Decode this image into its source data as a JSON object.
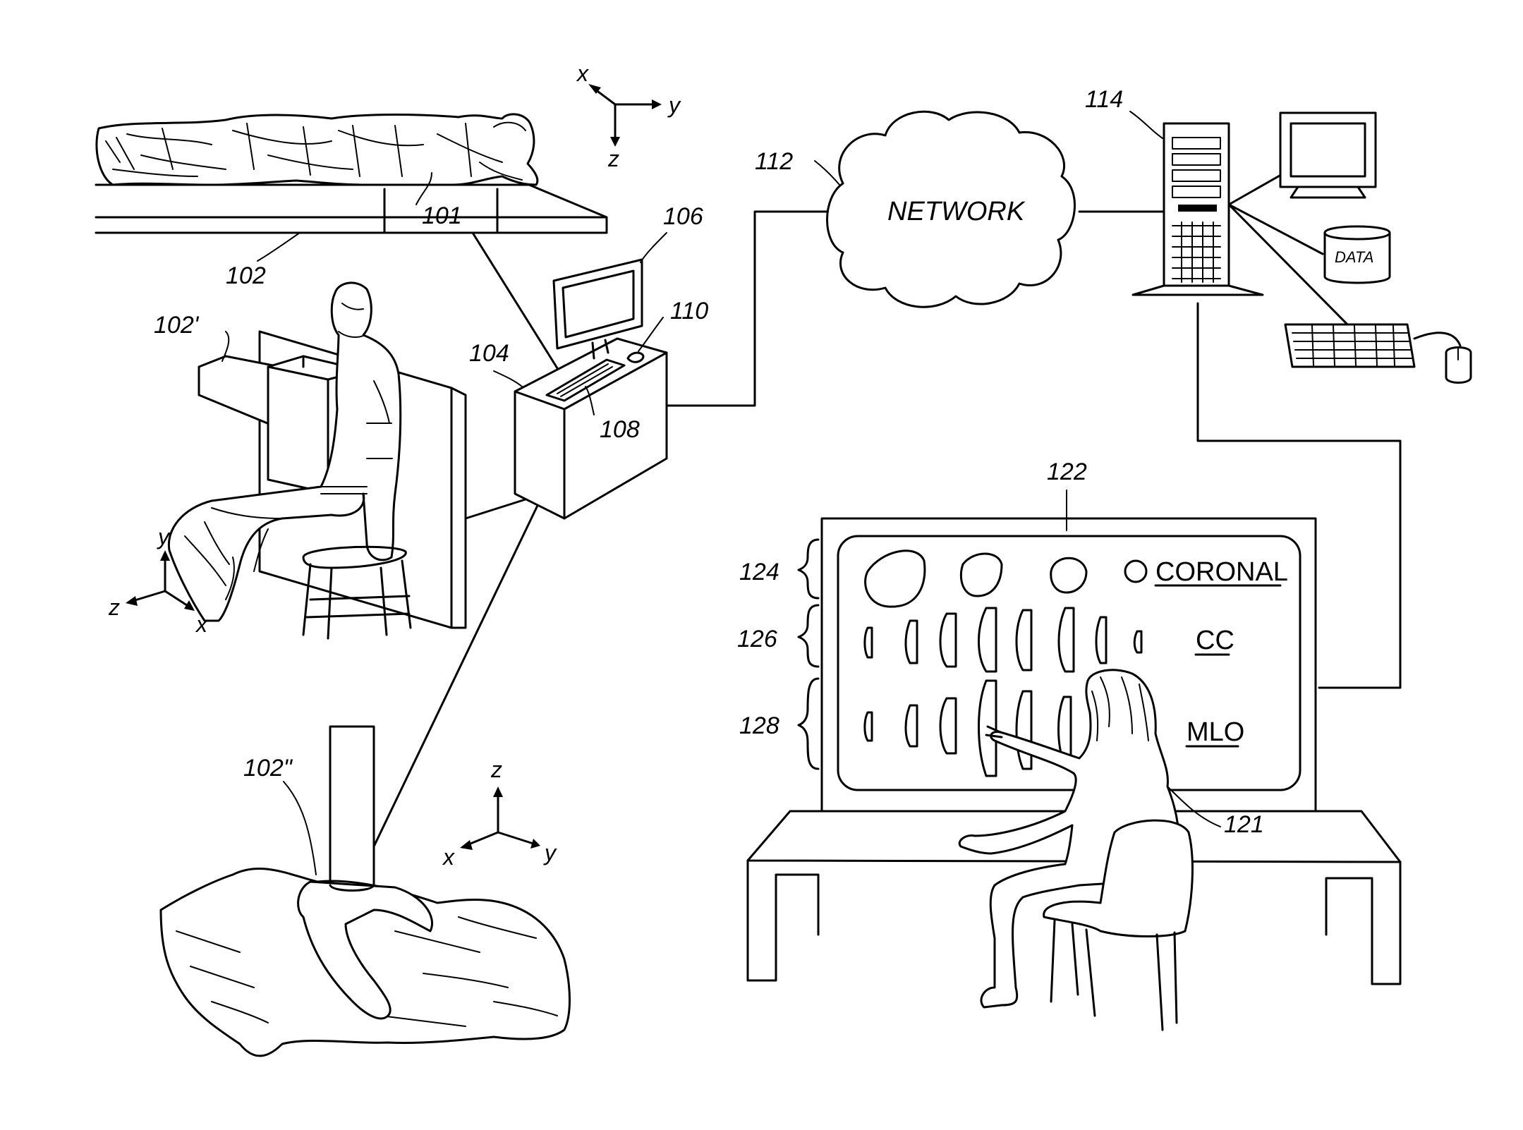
{
  "refs": {
    "r101": "101",
    "r102": "102",
    "r102p": "102'",
    "r102pp": "102\"",
    "r104": "104",
    "r106": "106",
    "r108": "108",
    "r110": "110",
    "r112": "112",
    "r114": "114",
    "r121": "121",
    "r122": "122",
    "r124": "124",
    "r126": "126",
    "r128": "128"
  },
  "axes": {
    "top": {
      "x": "x",
      "y": "y",
      "z": "z"
    },
    "left": {
      "x": "x",
      "y": "y",
      "z": "z"
    },
    "bottom": {
      "x": "x",
      "y": "y",
      "z": "z"
    }
  },
  "network": {
    "label": "NETWORK"
  },
  "data_store": {
    "label": "DATA"
  },
  "display": {
    "rows": [
      {
        "label": "CORONAL"
      },
      {
        "label": "CC"
      },
      {
        "label": "MLO"
      }
    ]
  },
  "colors": {
    "ink": "#000000",
    "paper": "#ffffff"
  },
  "icons": [
    "patient-table-icon",
    "upright-scanner-icon",
    "overhead-scanner-icon",
    "workstation-icon",
    "network-cloud-icon",
    "server-tower-icon",
    "monitor-icon",
    "database-icon",
    "keyboard-icon",
    "mouse-icon",
    "radiologist-icon",
    "chair-icon",
    "desk-icon"
  ]
}
